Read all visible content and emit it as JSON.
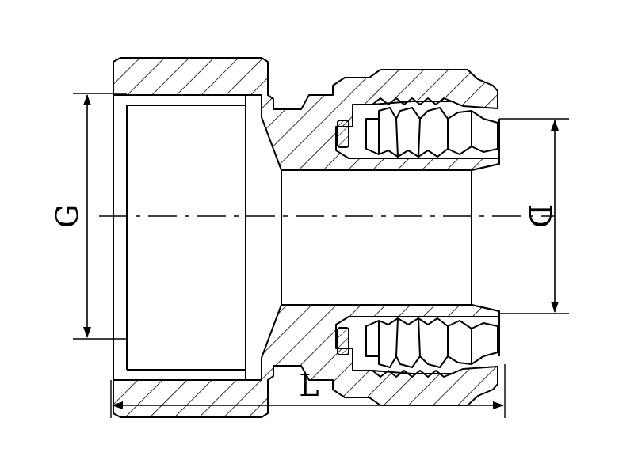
{
  "diagram": {
    "labels": {
      "thread_size": "G",
      "outer_diameter": "D",
      "length": "L"
    },
    "colors": {
      "line": "#000000",
      "background": "#ffffff"
    }
  }
}
